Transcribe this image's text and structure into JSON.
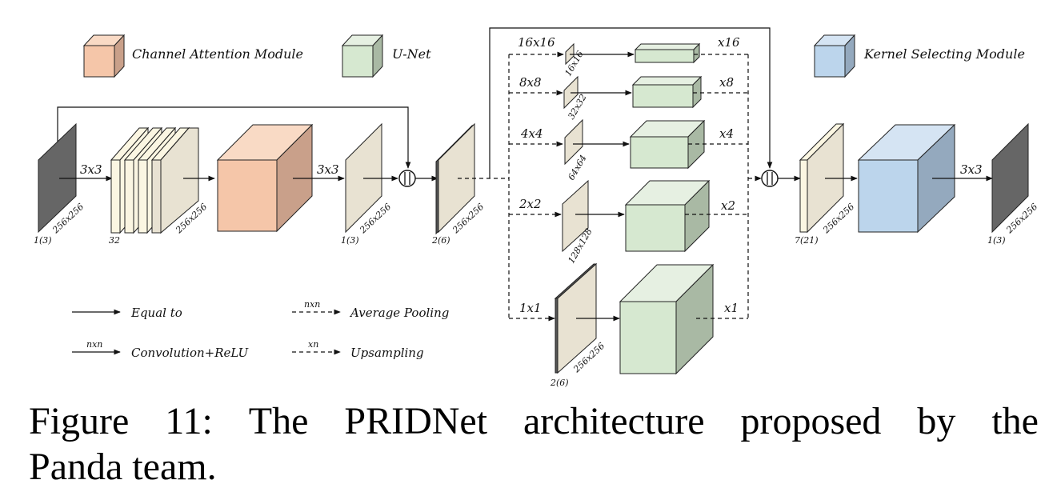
{
  "legend": {
    "channel_attention": "Channel Attention Module",
    "unet": "U-Net",
    "kernel_selecting": "Kernel Selecting Module"
  },
  "arrow_legend": {
    "equal_to": "Equal to",
    "conv_tag": "nxn",
    "conv_relu": "Convolution+ReLU",
    "pool_tag": "nxn",
    "avg_pooling": "Average Pooling",
    "up_tag": "xn",
    "upsampling": "Upsampling"
  },
  "main_path": {
    "input_size": "256x256",
    "input_channels": "1(3)",
    "conv1_kernel": "3x3",
    "stack_channels": "32",
    "stack_size": "256x256",
    "conv2_kernel": "3x3",
    "mid_size": "256x256",
    "mid_channels": "1(3)",
    "concat_size": "256x256",
    "concat_channels": "2(6)",
    "merge_size": "256x256",
    "merge_channels": "7(21)",
    "conv3_kernel": "3x3",
    "output_size": "256x256",
    "output_channels": "1(3)"
  },
  "pyramid": [
    {
      "pool": "16x16",
      "size": "16x16",
      "up": "x16"
    },
    {
      "pool": "8x8",
      "size": "32x32",
      "up": "x8"
    },
    {
      "pool": "4x4",
      "size": "64x64",
      "up": "x4"
    },
    {
      "pool": "2x2",
      "size": "128x128",
      "up": "x2"
    },
    {
      "pool": "1x1",
      "size": "256x256",
      "up": "x1",
      "channels": "2(6)"
    }
  ],
  "colors": {
    "channel_attention": "#f5c6a9",
    "unet": "#d6e8d0",
    "kernel_selecting": "#bcd5ec",
    "feature_map": "#e8e2d2",
    "io_map": "#666666",
    "stack_layer": "#fbf6e2"
  },
  "caption": {
    "line1_words": [
      "Figure",
      "11:",
      "The",
      "PRIDNet",
      "architecture",
      "proposed",
      "by",
      "the"
    ],
    "line2": "Panda team."
  }
}
